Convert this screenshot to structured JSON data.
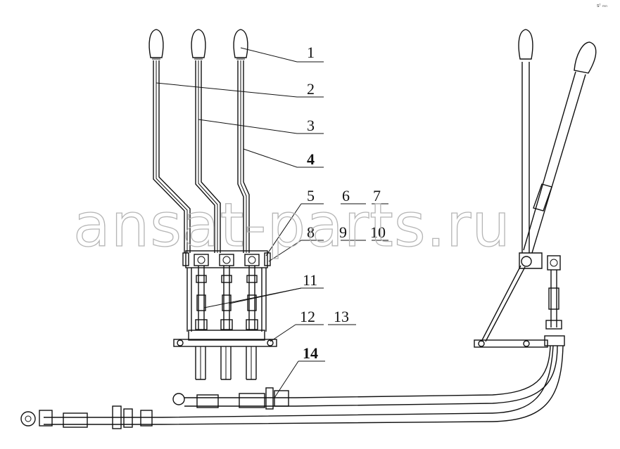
{
  "watermark": "ansat-parts.ru",
  "corner_mark": "sᵗ ₘₙ",
  "callouts": [
    {
      "id": "1",
      "text": "1"
    },
    {
      "id": "2",
      "text": "2"
    },
    {
      "id": "3",
      "text": "3"
    },
    {
      "id": "4",
      "text": "4"
    },
    {
      "id": "5",
      "text": "5"
    },
    {
      "id": "6",
      "text": "6"
    },
    {
      "id": "7",
      "text": "7"
    },
    {
      "id": "8",
      "text": "8"
    },
    {
      "id": "9",
      "text": "9"
    },
    {
      "id": "10",
      "text": "10"
    },
    {
      "id": "11",
      "text": "11"
    },
    {
      "id": "12",
      "text": "12"
    },
    {
      "id": "13",
      "text": "13"
    },
    {
      "id": "14",
      "text": "14"
    }
  ]
}
